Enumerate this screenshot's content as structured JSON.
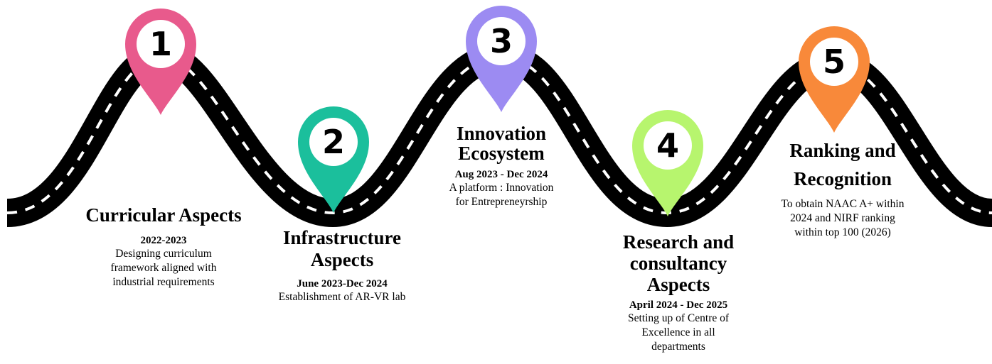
{
  "colors": {
    "road": "#000000",
    "dash": "#ffffff",
    "pin_1": "#e85a8c",
    "pin_2": "#1bbf9c",
    "pin_3": "#9c8bf2",
    "pin_4": "#b7f56e",
    "pin_5": "#f8893a"
  },
  "milestones": [
    {
      "number": "1",
      "color": "#e85a8c",
      "icon": "map-pin-icon",
      "title_lines": [
        "Curricular Aspects"
      ],
      "date": "2022-2023",
      "description_lines": [
        "Designing curriculum",
        "framework aligned with",
        "industrial requirements"
      ]
    },
    {
      "number": "2",
      "color": "#1bbf9c",
      "icon": "map-pin-icon",
      "title_lines": [
        "Infrastructure",
        "Aspects"
      ],
      "date": "June 2023-Dec 2024",
      "description_lines": [
        "Establishment of AR-VR lab"
      ]
    },
    {
      "number": "3",
      "color": "#9c8bf2",
      "icon": "map-pin-icon",
      "title_lines": [
        "Innovation",
        "Ecosystem"
      ],
      "date": "Aug 2023 - Dec 2024",
      "description_lines": [
        "A platform : Innovation",
        "for Entrepreneyrship"
      ]
    },
    {
      "number": "4",
      "color": "#b7f56e",
      "icon": "map-pin-icon",
      "title_lines": [
        "Research and",
        "consultancy",
        "Aspects"
      ],
      "date": "April 2024 - Dec 2025",
      "description_lines": [
        "Setting up of Centre of",
        "Excellence in all",
        "departments"
      ]
    },
    {
      "number": "5",
      "color": "#f8893a",
      "icon": "map-pin-icon",
      "title_lines": [
        "Ranking and",
        "Recognition"
      ],
      "date": "",
      "description_lines": [
        "To obtain NAAC A+ within",
        "2024 and NIRF ranking",
        "within top 100 (2026)"
      ]
    }
  ]
}
